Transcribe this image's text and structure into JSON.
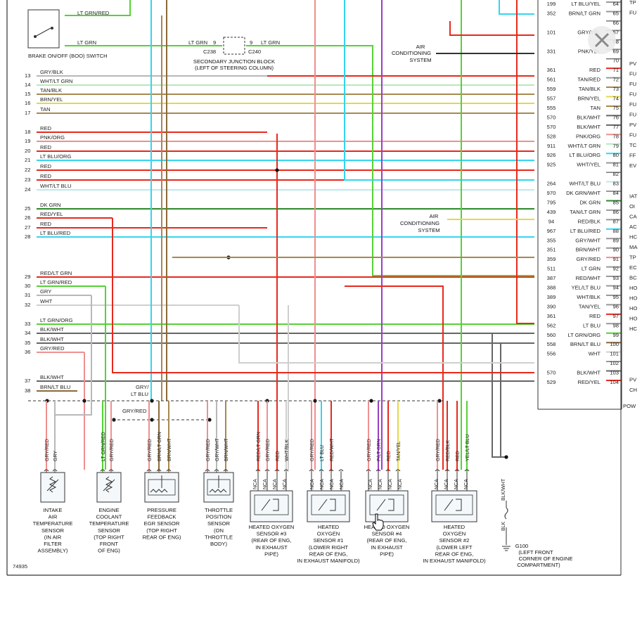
{
  "diagram_id": "74935",
  "brake_switch": {
    "caption": "BRAKE ON/OFF (BOO) SWITCH",
    "wire_top": "LT GRN/RED",
    "wire_bottom": "LT GRN"
  },
  "junction_block": {
    "caption_line1": "SECONDARY JUNCTION BLOCK",
    "caption_line2": "(LEFT OF STEERING COLUMN)",
    "left_wire": "LT GRN",
    "right_wire": "LT GRN",
    "left_pin": "9",
    "right_pin": "9",
    "left_connector": "C238",
    "right_connector": "C240"
  },
  "ac_system_top": [
    "AIR",
    "CONDITIONING",
    "SYSTEM"
  ],
  "ac_system_mid": [
    "AIR",
    "CONDITIONING",
    "SYSTEM"
  ],
  "left_pins": [
    {
      "pin": "13",
      "label": "GRY/BLK"
    },
    {
      "pin": "14",
      "label": "WHT/LT GRN"
    },
    {
      "pin": "15",
      "label": "TAN/BLK"
    },
    {
      "pin": "16",
      "label": "BRN/YEL"
    },
    {
      "pin": "17",
      "label": "TAN"
    },
    {
      "pin": "18",
      "label": "RED"
    },
    {
      "pin": "19",
      "label": "PNK/ORG"
    },
    {
      "pin": "20",
      "label": "RED"
    },
    {
      "pin": "21",
      "label": "LT BLU/ORG"
    },
    {
      "pin": "22",
      "label": "RED"
    },
    {
      "pin": "23",
      "label": "RED"
    },
    {
      "pin": "24",
      "label": "WHT/LT BLU"
    },
    {
      "pin": "25",
      "label": "DK GRN"
    },
    {
      "pin": "26",
      "label": "RED/YEL"
    },
    {
      "pin": "27",
      "label": "RED"
    },
    {
      "pin": "28",
      "label": "LT BLU/RED"
    },
    {
      "pin": "29",
      "label": "RED/LT GRN"
    },
    {
      "pin": "30",
      "label": "LT GRN/RED"
    },
    {
      "pin": "31",
      "label": "GRY"
    },
    {
      "pin": "32",
      "label": "WHT"
    },
    {
      "pin": "33",
      "label": "LT GRN/ORG"
    },
    {
      "pin": "34",
      "label": "BLK/WHT"
    },
    {
      "pin": "35",
      "label": "BLK/WHT"
    },
    {
      "pin": "36",
      "label": "GRY/RED"
    },
    {
      "pin": "37",
      "label": "BLK/WHT"
    },
    {
      "pin": "38",
      "label": "BRN/LT BLU"
    }
  ],
  "right_pins": [
    {
      "pin": "64",
      "circuit": "199",
      "label": "LT BLU/YEL"
    },
    {
      "pin": "65",
      "circuit": "352",
      "label": "BRN/LT GRN"
    },
    {
      "pin": "66",
      "circuit": "",
      "label": ""
    },
    {
      "pin": "67",
      "circuit": "101",
      "label": "GRY/YEL"
    },
    {
      "pin": "68",
      "circuit": "",
      "label": ""
    },
    {
      "pin": "69",
      "circuit": "331",
      "label": "PNK/YEL"
    },
    {
      "pin": "70",
      "circuit": "",
      "label": ""
    },
    {
      "pin": "71",
      "circuit": "361",
      "label": "RED"
    },
    {
      "pin": "72",
      "circuit": "561",
      "label": "TAN/RED"
    },
    {
      "pin": "73",
      "circuit": "559",
      "label": "TAN/BLK"
    },
    {
      "pin": "74",
      "circuit": "557",
      "label": "BRN/YEL"
    },
    {
      "pin": "75",
      "circuit": "555",
      "label": "TAN"
    },
    {
      "pin": "76",
      "circuit": "570",
      "label": "BLK/WHT"
    },
    {
      "pin": "77",
      "circuit": "570",
      "label": "BLK/WHT"
    },
    {
      "pin": "78",
      "circuit": "528",
      "label": "PNK/ORG"
    },
    {
      "pin": "79",
      "circuit": "911",
      "label": "WHT/LT GRN"
    },
    {
      "pin": "80",
      "circuit": "926",
      "label": "LT BLU/ORG"
    },
    {
      "pin": "81",
      "circuit": "925",
      "label": "WHT/YEL"
    },
    {
      "pin": "82",
      "circuit": "",
      "label": ""
    },
    {
      "pin": "83",
      "circuit": "264",
      "label": "WHT/LT BLU"
    },
    {
      "pin": "84",
      "circuit": "970",
      "label": "DK GRN/WHT"
    },
    {
      "pin": "85",
      "circuit": "795",
      "label": "DK GRN"
    },
    {
      "pin": "86",
      "circuit": "439",
      "label": "TAN/LT GRN"
    },
    {
      "pin": "87",
      "circuit": "94",
      "label": "RED/BLK"
    },
    {
      "pin": "88",
      "circuit": "967",
      "label": "LT BLU/RED"
    },
    {
      "pin": "89",
      "circuit": "355",
      "label": "GRY/WHT"
    },
    {
      "pin": "90",
      "circuit": "351",
      "label": "BRN/WHT"
    },
    {
      "pin": "91",
      "circuit": "359",
      "label": "GRY/RED"
    },
    {
      "pin": "92",
      "circuit": "511",
      "label": "LT GRN"
    },
    {
      "pin": "93",
      "circuit": "387",
      "label": "RED/WHT"
    },
    {
      "pin": "94",
      "circuit": "388",
      "label": "YEL/LT BLU"
    },
    {
      "pin": "95",
      "circuit": "389",
      "label": "WHT/BLK"
    },
    {
      "pin": "96",
      "circuit": "390",
      "label": "TAN/YEL"
    },
    {
      "pin": "97",
      "circuit": "361",
      "label": "RED"
    },
    {
      "pin": "98",
      "circuit": "562",
      "label": "LT BLU"
    },
    {
      "pin": "99",
      "circuit": "560",
      "label": "LT GRN/ORG"
    },
    {
      "pin": "100",
      "circuit": "558",
      "label": "BRN/LT BLU"
    },
    {
      "pin": "101",
      "circuit": "556",
      "label": "WHT"
    },
    {
      "pin": "102",
      "circuit": "",
      "label": ""
    },
    {
      "pin": "103",
      "circuit": "570",
      "label": "BLK/WHT"
    },
    {
      "pin": "104",
      "circuit": "529",
      "label": "RED/YEL"
    }
  ],
  "edge_letters": [
    "TP",
    "FU",
    "",
    "",
    "",
    "",
    "PV",
    "FU",
    "FU",
    "FU",
    "FU",
    "FU",
    "PV",
    "FU",
    "TC",
    "FF",
    "EV",
    "",
    "",
    "IAT",
    "OI",
    "CA",
    "AC",
    "HC",
    "MA",
    "TP",
    "EC",
    "BC",
    "HO",
    "HO",
    "HO",
    "HO",
    "HC",
    "",
    "",
    "",
    "",
    "PV",
    "CH"
  ],
  "edge_bottom": "POW",
  "gry_lt_blu_label": [
    "GRY/",
    "LT BLU"
  ],
  "gry_red_label": "GRY/RED",
  "sensors": [
    {
      "id": "iat",
      "wires": [
        "GRY/RED",
        "GRY"
      ],
      "caption": [
        "INTAKE",
        "AIR",
        "TEMPERATURE",
        "SENSOR",
        "(IN AIR",
        "FILTER",
        "ASSEMBLY)"
      ]
    },
    {
      "id": "ect",
      "wires": [
        "LT GRN/RED",
        "GRY/RED"
      ],
      "caption": [
        "ENGINE",
        "COOLANT",
        "TEMPERATURE",
        "SENSOR",
        "(TOP RIGHT",
        "FRONT",
        "OF ENG)"
      ]
    },
    {
      "id": "pfe",
      "wires": [
        "GRY/RED",
        "BRN/LT GRN",
        "BRN/WHT"
      ],
      "caption": [
        "PRESSURE",
        "FEEDBACK",
        "EGR SENSOR",
        "(TOP RIGHT",
        "REAR OF ENG)"
      ]
    },
    {
      "id": "tps",
      "wires": [
        "GRY/RED",
        "GRY/WHT",
        "BRN/WHT"
      ],
      "caption": [
        "THROTTLE",
        "POSITION",
        "SENSOR",
        "(ON",
        "THROTTLE",
        "BODY)"
      ]
    },
    {
      "id": "ho2s3",
      "wires": [
        "RED/LT GRN",
        "GRY/RED",
        "RED",
        "WHT/BLK"
      ],
      "caption": [
        "HEATED OXYGEN",
        "SENSOR #3",
        "(REAR OF ENG,",
        "IN EXHAUST",
        "PIPE)"
      ]
    },
    {
      "id": "ho2s1",
      "wires": [
        "GRY/RED",
        "LT BLU",
        "RED/WHT"
      ],
      "caption": [
        "HEATED",
        "OXYGEN",
        "SENSOR #1",
        "(LOWER RIGHT",
        "REAR OF ENG,",
        "IN EXHAUST MANIFOLD)"
      ]
    },
    {
      "id": "ho2s4",
      "wires": [
        "GRY/RED",
        "P/LT GRN",
        "RED",
        "TAN/YEL"
      ],
      "caption": [
        "HEATED OXYGEN",
        "SENSOR #4",
        "(REAR OF ENG,",
        "IN EXHAUST",
        "PIPE)"
      ]
    },
    {
      "id": "ho2s2",
      "wires": [
        "GRY/RED",
        "RED/BLK",
        "RED",
        "YEL/LT BLU"
      ],
      "caption": [
        "HEATED",
        "OXYGEN",
        "SENSOR #2",
        "(LOWER LEFT",
        "REAR OF ENG,",
        "IN EXHAUST MANIFOLD)"
      ]
    }
  ],
  "nca": "NCA",
  "ground": {
    "wire_upper": "BLK/WHT",
    "wire_lower": "BLK",
    "caption": [
      "G100",
      "(LEFT FRONT",
      "CORNER OF ENGINE",
      "COMPARTMENT)"
    ]
  },
  "close_icon": "close-icon",
  "cursor_icon": "hand-pointer-icon",
  "colors": {
    "red": "#e8291c",
    "lt_grn": "#55d235",
    "dk_grn": "#2c8a2a",
    "lt_blu": "#36d4ee",
    "tan": "#a8884e",
    "gry": "#b8b8b8",
    "pnk": "#f08f8f",
    "yel": "#e4d84a",
    "purple": "#9b3fc4",
    "brn": "#8a6a3a",
    "black": "#333333"
  }
}
